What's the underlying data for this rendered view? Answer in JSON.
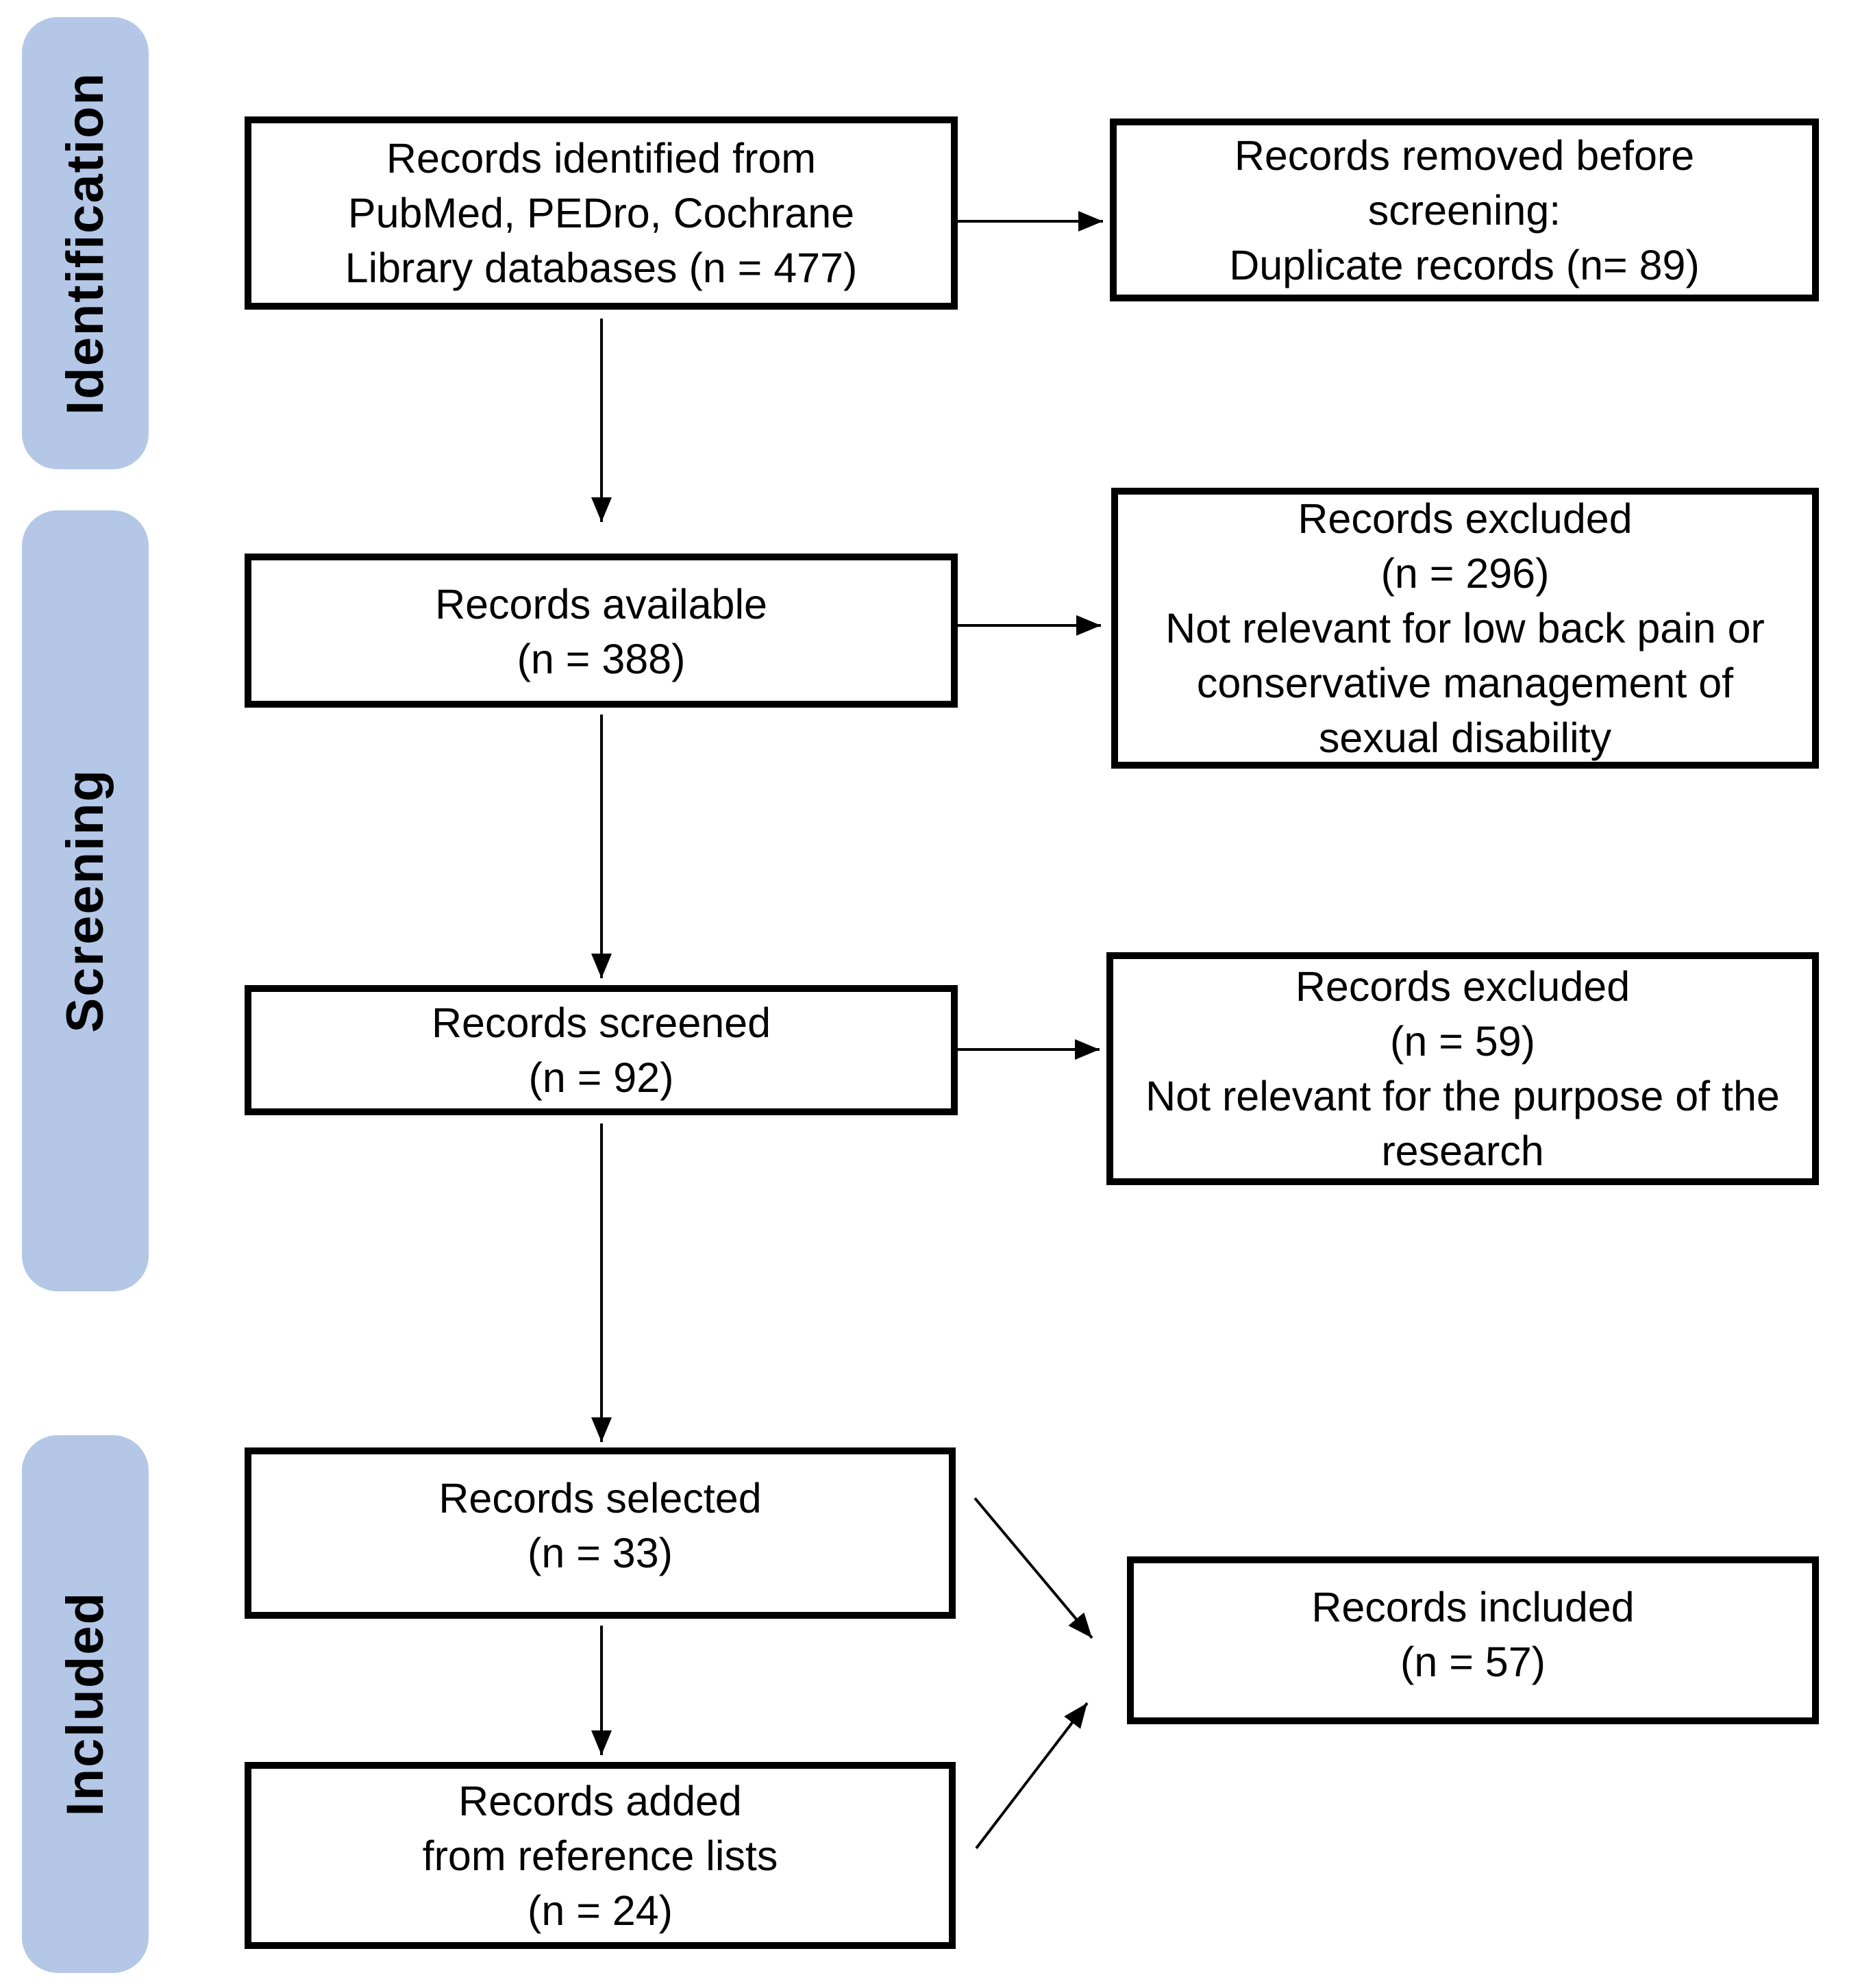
{
  "diagram": {
    "background": "#ffffff",
    "stage_fill": "#b4c7e7",
    "box_border_color": "#000000",
    "text_color": "#000000",
    "stages": [
      {
        "label": "Identification"
      },
      {
        "label": "Screening"
      },
      {
        "label": "Included"
      }
    ],
    "boxes": {
      "identified": {
        "lines": [
          "Records identified from",
          "PubMed, PEDro, Cochrane",
          "Library databases (n = 477)"
        ]
      },
      "removed": {
        "lines": [
          "Records removed before",
          "screening:",
          "Duplicate records (n= 89)"
        ]
      },
      "available": {
        "lines": [
          "Records available",
          "(n = 388)"
        ]
      },
      "excluded_screening": {
        "lines": [
          "Records excluded",
          "(n = 296)",
          "Not relevant for low back pain or",
          "conservative management of",
          "sexual disability"
        ]
      },
      "screened": {
        "lines": [
          "Records screened",
          "(n = 92)"
        ]
      },
      "excluded_purpose": {
        "lines": [
          "Records excluded",
          "(n = 59)",
          "Not relevant for the purpose of the",
          "research"
        ]
      },
      "selected": {
        "lines": [
          "Records selected",
          "(n = 33)"
        ]
      },
      "added": {
        "lines": [
          "Records added",
          "from reference lists",
          "(n = 24)"
        ]
      },
      "included": {
        "lines": [
          "Records included",
          "(n = 57)"
        ]
      }
    }
  }
}
